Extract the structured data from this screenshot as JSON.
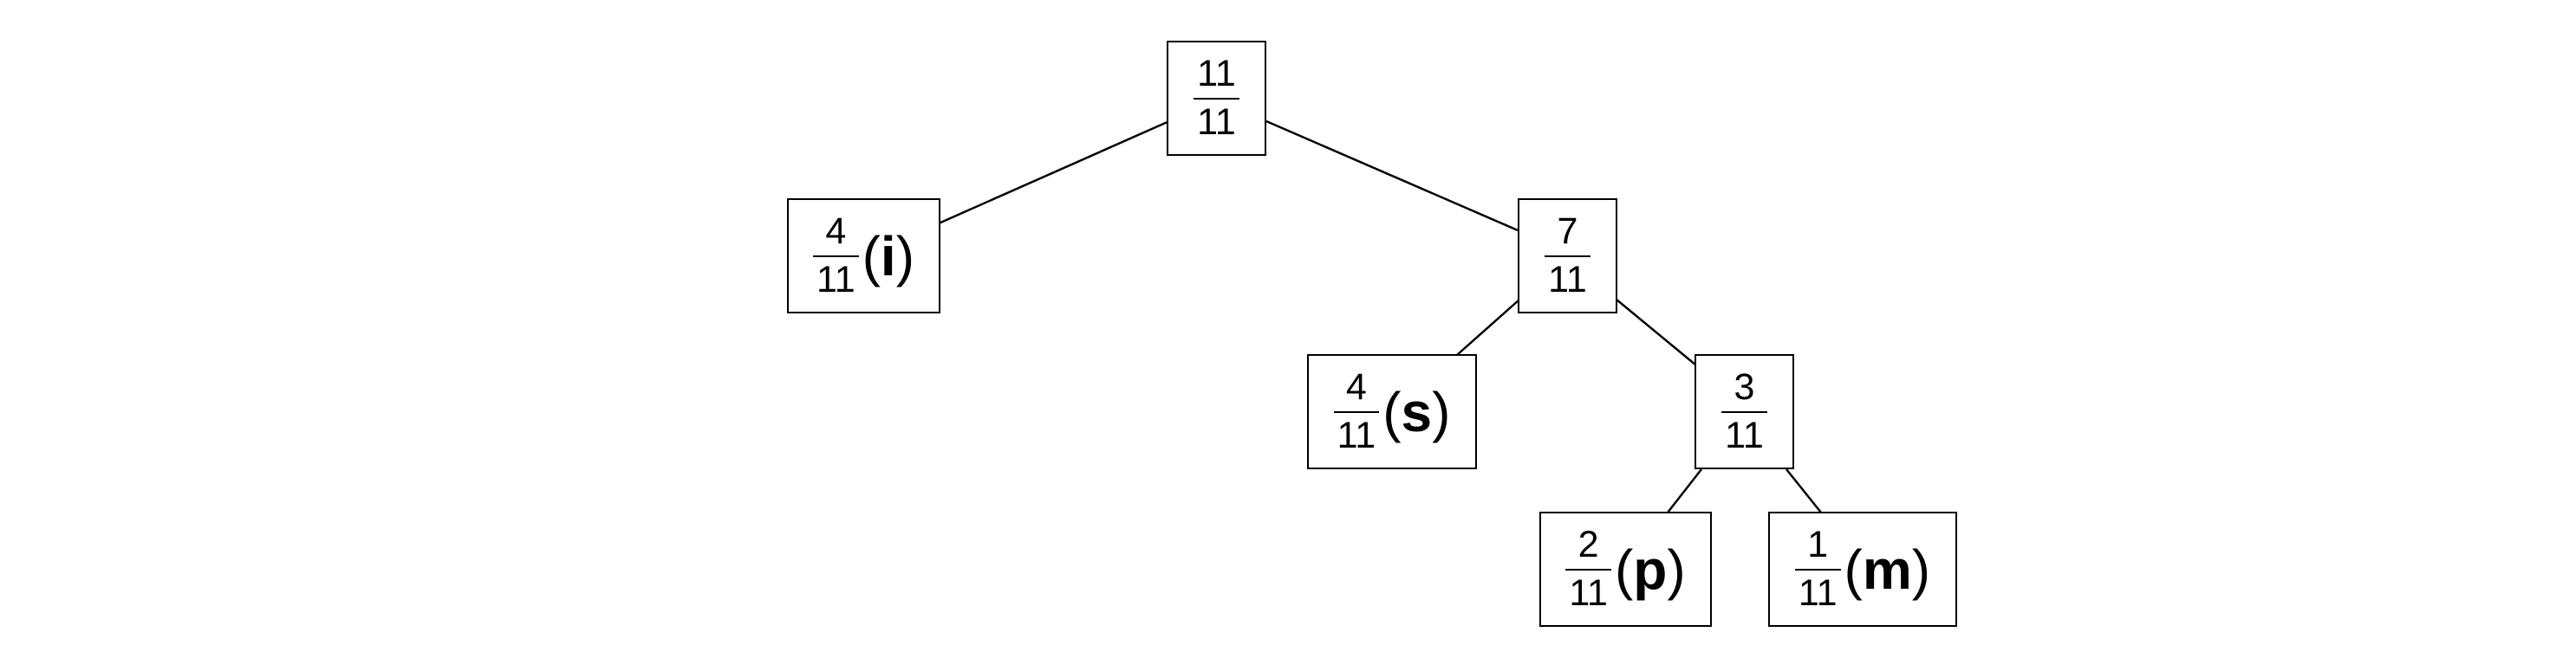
{
  "tree": {
    "nodes": [
      {
        "id": "root",
        "numerator": "11",
        "denominator": "11",
        "symbol": ""
      },
      {
        "id": "leaf-i",
        "numerator": "4",
        "denominator": "11",
        "symbol": "i"
      },
      {
        "id": "internal-7",
        "numerator": "7",
        "denominator": "11",
        "symbol": ""
      },
      {
        "id": "leaf-s",
        "numerator": "4",
        "denominator": "11",
        "symbol": "s"
      },
      {
        "id": "internal-3",
        "numerator": "3",
        "denominator": "11",
        "symbol": ""
      },
      {
        "id": "leaf-p",
        "numerator": "2",
        "denominator": "11",
        "symbol": "p"
      },
      {
        "id": "leaf-m",
        "numerator": "1",
        "denominator": "11",
        "symbol": "m"
      }
    ],
    "edges": [
      {
        "from": "root",
        "to": "leaf-i"
      },
      {
        "from": "root",
        "to": "internal-7"
      },
      {
        "from": "internal-7",
        "to": "leaf-s"
      },
      {
        "from": "internal-7",
        "to": "internal-3"
      },
      {
        "from": "internal-3",
        "to": "leaf-p"
      },
      {
        "from": "internal-3",
        "to": "leaf-m"
      }
    ]
  }
}
